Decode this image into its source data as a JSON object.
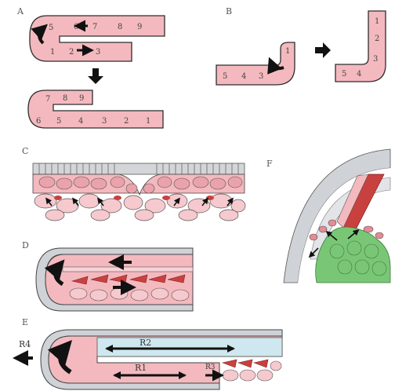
{
  "panels": {
    "A": {
      "letter": "A",
      "top_upper": [
        "6",
        "7",
        "8",
        "9"
      ],
      "top_left": "5",
      "top_lower": [
        "1",
        "2",
        "3"
      ],
      "bottom_upper": [
        "7",
        "8",
        "9"
      ],
      "bottom_lower": [
        "6",
        "5",
        "4",
        "3",
        "2",
        "1"
      ]
    },
    "B": {
      "letter": "B",
      "left_nums": [
        "5",
        "4",
        "3",
        "1"
      ],
      "right_bottom": [
        "5",
        "4"
      ],
      "right_vertical": [
        "1",
        "2",
        "3"
      ]
    },
    "C": {
      "letter": "C"
    },
    "D": {
      "letter": "D"
    },
    "E": {
      "letter": "E",
      "label_r2": "R2",
      "label_r1": "R1",
      "label_r3": "R3",
      "label_r4": "R4"
    },
    "F": {
      "letter": "F"
    }
  },
  "colors": {
    "pink": "#f4b9bf",
    "pink_dark": "#e48b94",
    "red": "#c9413f",
    "blue": "#cfe8ef",
    "grey": "#cfd2d6",
    "green": "#79c776",
    "outline": "#2e2e2e"
  }
}
